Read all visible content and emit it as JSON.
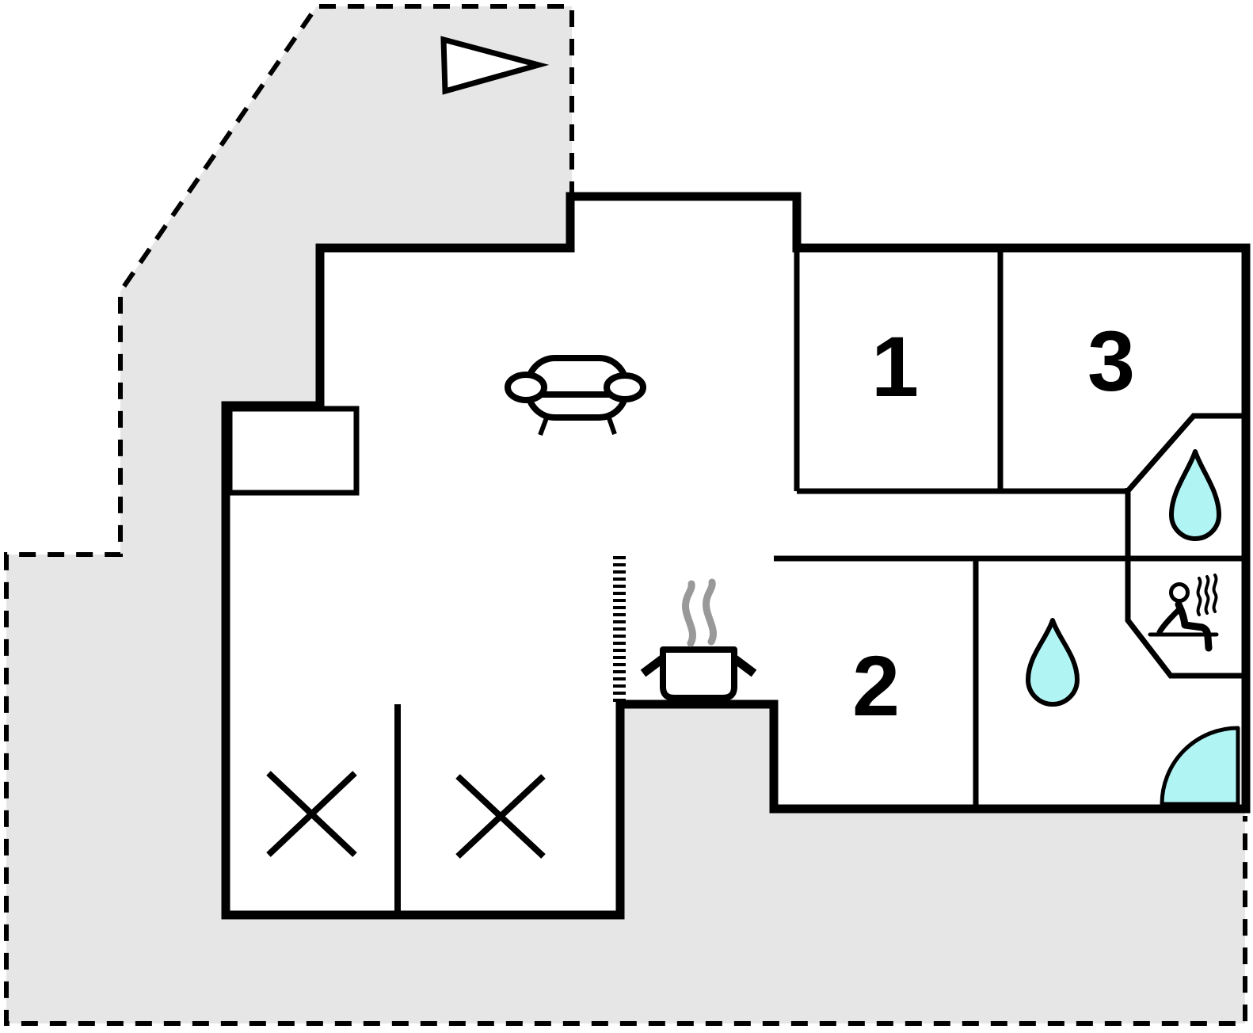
{
  "title": "Holiday home floor plan",
  "floorplan": {
    "colors": {
      "background": "#ffffff",
      "property_area": "#e6e6e6",
      "walls": "#000000",
      "water": "#b0f4f4",
      "steam": "#999999"
    },
    "rooms": {
      "room1": {
        "label": "1"
      },
      "room2": {
        "label": "2"
      },
      "room3": {
        "label": "3"
      }
    },
    "icons": {
      "north_arrow": "north-direction-arrow",
      "sofa": "sofa-living-room",
      "cooking_pot": "cooking-pot-with-steam",
      "water_drop_top_bathroom": "water-drop",
      "water_drop_main_bathroom": "water-drop",
      "sauna": "sauna-person-with-steam",
      "corner_shower": "corner-shower-quarter-circle",
      "cross_left": "crossed-room-marker",
      "cross_right": "crossed-room-marker"
    }
  }
}
